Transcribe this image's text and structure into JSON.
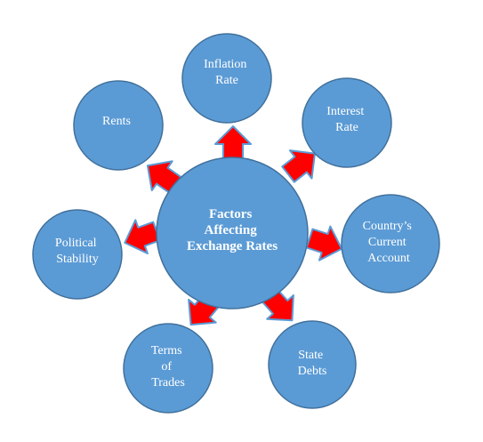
{
  "diagram": {
    "center": {
      "label_lines": [
        "Factors",
        "Affecting",
        "Exchange Rates"
      ]
    },
    "nodes": [
      {
        "id": "inflation-rate",
        "label_lines": [
          "Inflation",
          "Rate"
        ]
      },
      {
        "id": "interest-rate",
        "label_lines": [
          "Interest",
          "Rate"
        ]
      },
      {
        "id": "current-account",
        "label_lines": [
          "Country’s",
          "Current",
          "Account"
        ]
      },
      {
        "id": "state-debts",
        "label_lines": [
          "State",
          "Debts"
        ]
      },
      {
        "id": "terms-of-trades",
        "label_lines": [
          "Terms",
          "of",
          "Trades"
        ]
      },
      {
        "id": "political-stability",
        "label_lines": [
          "Political",
          "Stability"
        ]
      },
      {
        "id": "rents",
        "label_lines": [
          "Rents"
        ]
      }
    ],
    "colors": {
      "circle_fill": "#5b9bd5",
      "circle_stroke": "#41719c",
      "arrow_fill": "#ff0000",
      "arrow_stroke": "#5b9bd5",
      "text": "#ffffff"
    }
  }
}
